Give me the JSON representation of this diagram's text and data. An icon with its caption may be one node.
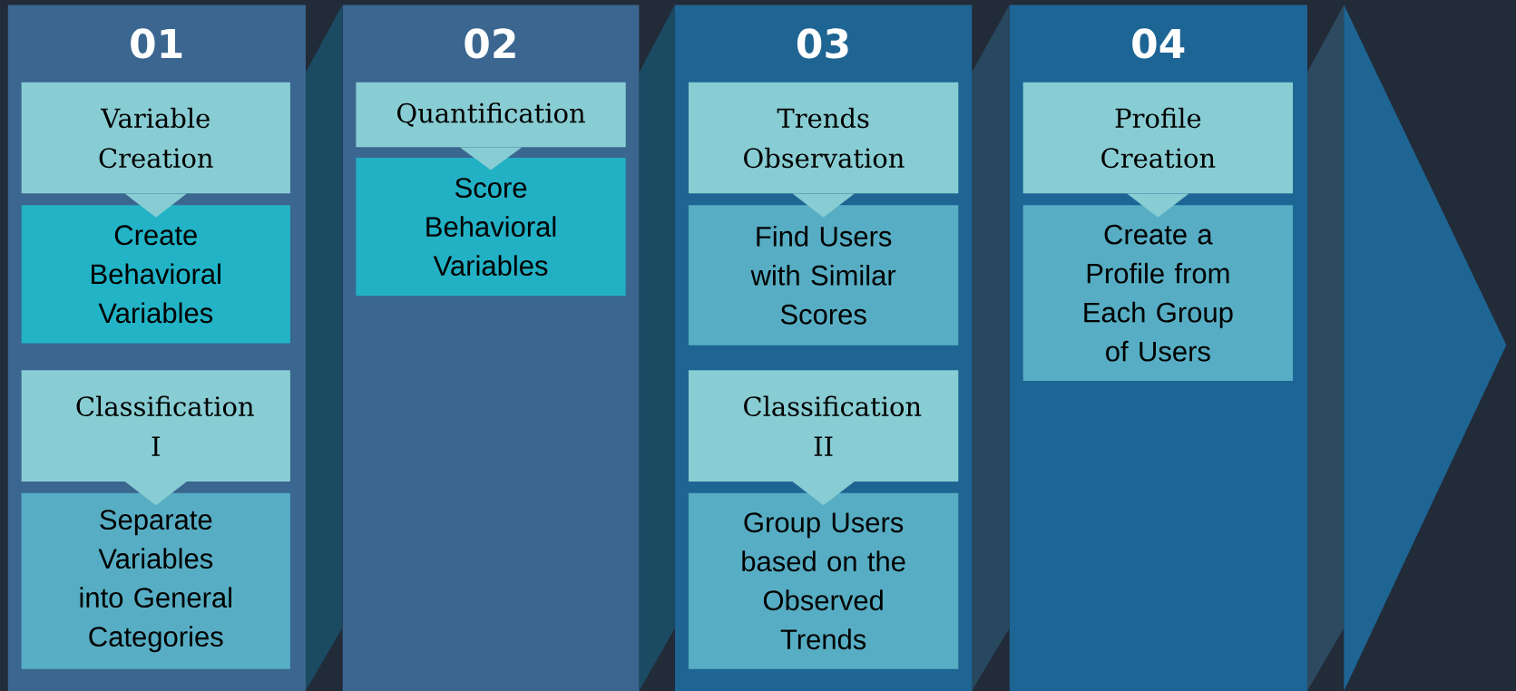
{
  "diagram": {
    "nodes": [
      {
        "text": [
          "01"
        ]
      },
      {
        "text": [
          "Variable Creation"
        ],
        "in": 0
      },
      {
        "text": [
          "Create Behavioral Variables"
        ],
        "in": 0
      },
      {
        "text": [
          "Classification I"
        ],
        "in": 0
      },
      {
        "text": [
          "Separate Variables into General Categories"
        ],
        "in": 0
      },
      {
        "text": [
          "02"
        ]
      },
      {
        "text": [
          "Quantification"
        ],
        "in": 5
      },
      {
        "text": [
          "Score Behavioral Variables"
        ],
        "in": 5
      },
      {
        "text": [
          "03"
        ]
      },
      {
        "text": [
          "Trends Observation"
        ],
        "in": 8
      },
      {
        "text": [
          "Find Users with Similar Scores"
        ],
        "in": 8
      },
      {
        "text": [
          "Classification II"
        ],
        "in": 8
      },
      {
        "text": [
          "Group Users based on the Observed Trends"
        ],
        "in": 8
      },
      {
        "text": [
          "04"
        ]
      },
      {
        "text": [
          "Profile Creation"
        ],
        "in": 13
      },
      {
        "text": [
          "Create a Profile from Each Group of Users"
        ],
        "in": 13
      }
    ],
    "edges": [
      {
        "from": 1,
        "to": 2,
        "arrow": "to"
      },
      {
        "from": 3,
        "to": 4,
        "arrow": "to"
      },
      {
        "from": 6,
        "to": 7,
        "arrow": "to"
      },
      {
        "from": 9,
        "to": 10,
        "arrow": "to"
      },
      {
        "from": 11,
        "to": 12,
        "arrow": "to"
      },
      {
        "from": 14,
        "to": 15,
        "arrow": "to"
      }
    ]
  }
}
